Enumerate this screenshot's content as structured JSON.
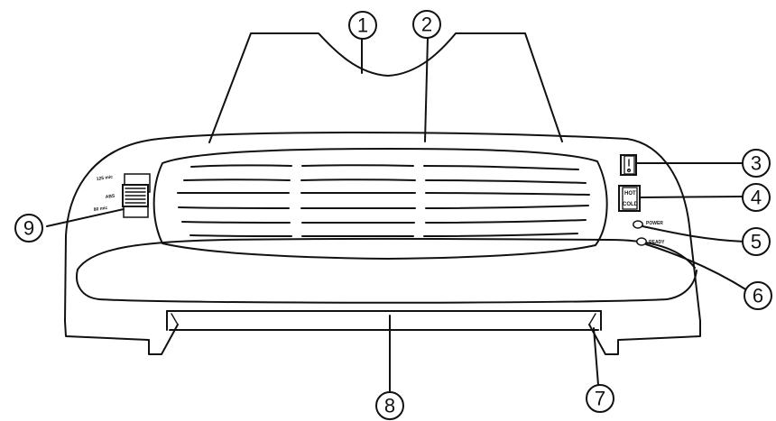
{
  "diagram": {
    "callouts": [
      "1",
      "2",
      "3",
      "4",
      "5",
      "6",
      "7",
      "8",
      "9"
    ],
    "labels": {
      "hot": "HOT",
      "cold": "COLD",
      "power": "POWER",
      "ready": "READY",
      "abs": "ABS",
      "mic125": "125 mic",
      "mic80": "80 mic"
    }
  }
}
